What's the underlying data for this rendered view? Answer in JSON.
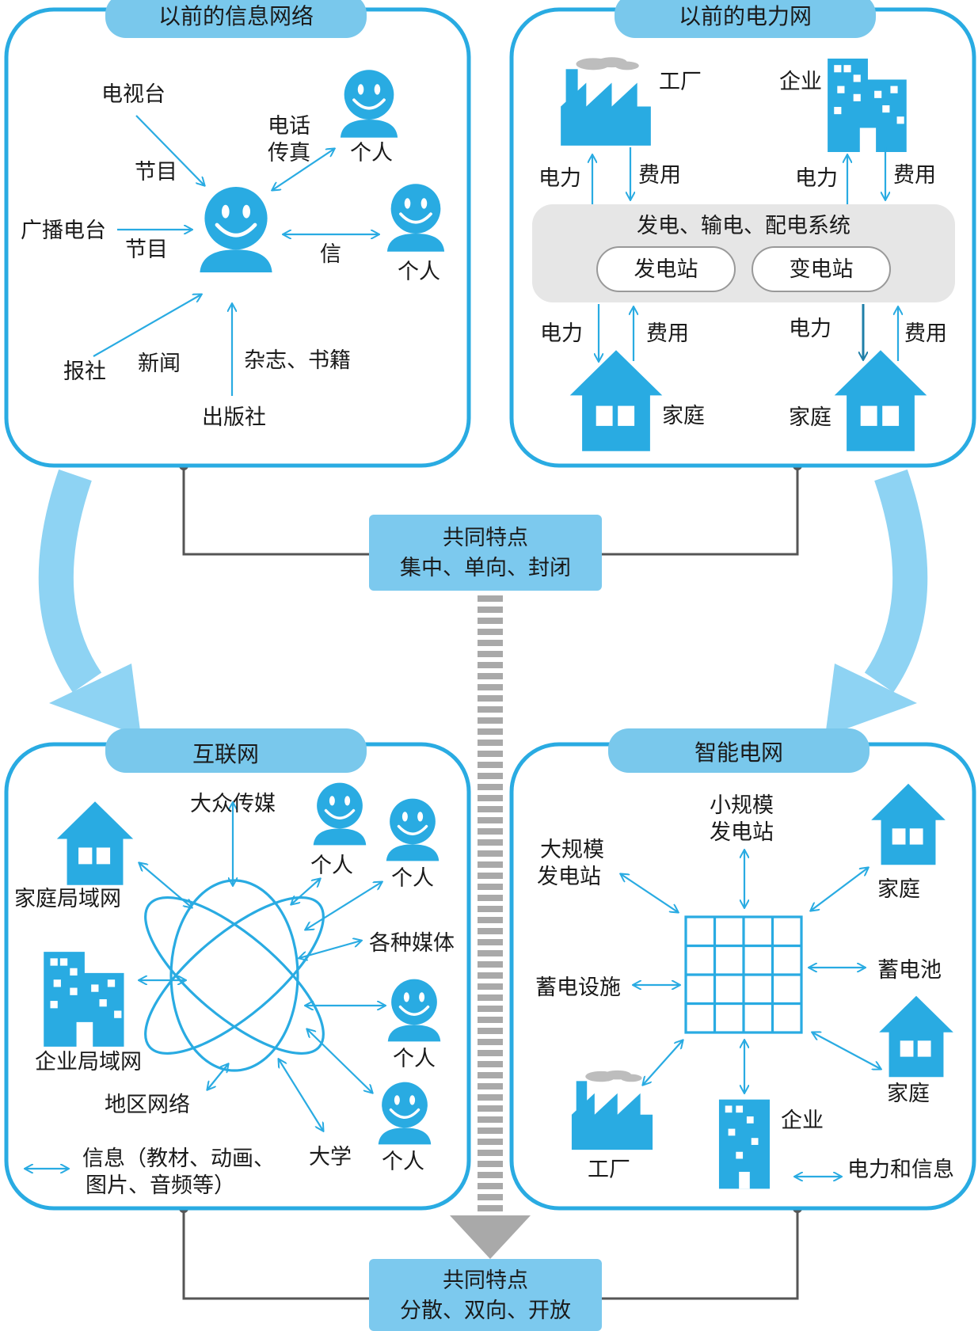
{
  "colors": {
    "accent": "#29ABE2",
    "panel_border": "#29ABE2",
    "title_bg": "#79C8EC",
    "box_bg": "#7CC9EE",
    "big_arrow": "#8ED3F3",
    "gray_box": "#E6E6E6",
    "connector": "#555555"
  },
  "panels": {
    "old_info": {
      "title": "以前的信息网络",
      "tv": "电视台",
      "tv_prog": "节目",
      "radio": "广播电台",
      "radio_prog": "节目",
      "newspaper": "报社",
      "news": "新闻",
      "publisher": "出版社",
      "magazines": "杂志、书籍",
      "phone": "电话",
      "fax": "传真",
      "person_1": "个人",
      "letter": "信",
      "person_2": "个人"
    },
    "old_power": {
      "title": "以前的电力网",
      "factory": "工厂",
      "enterprise": "企业",
      "power_1": "电力",
      "fee_1": "费用",
      "power_2": "电力",
      "fee_2": "费用",
      "system": "发电、输电、配电系统",
      "station": "发电站",
      "substation": "变电站",
      "power_3": "电力",
      "fee_3": "费用",
      "power_4": "电力",
      "fee_4": "费用",
      "home_1": "家庭",
      "home_2": "家庭"
    },
    "internet": {
      "title": "互联网",
      "mass_media": "大众传媒",
      "home_lan": "家庭局域网",
      "person_1": "个人",
      "person_2": "个人",
      "various_media": "各种媒体",
      "enterprise_lan": "企业局域网",
      "person_3": "个人",
      "regional": "地区网络",
      "university": "大学",
      "person_4": "个人",
      "legend_line1": "信息（教材、动画、",
      "legend_line2": "图片、音频等）"
    },
    "smart_grid": {
      "title": "智能电网",
      "small_station_1": "小规模",
      "small_station_2": "发电站",
      "large_station_1": "大规模",
      "large_station_2": "发电站",
      "home_1": "家庭",
      "storage": "蓄电设施",
      "battery": "蓄电池",
      "home_2": "家庭",
      "factory": "工厂",
      "enterprise": "企业",
      "legend": "电力和信息"
    }
  },
  "common_top": {
    "line1": "共同特点",
    "line2": "集中、单向、封闭"
  },
  "common_bottom": {
    "line1": "共同特点",
    "line2": "分散、双向、开放"
  }
}
